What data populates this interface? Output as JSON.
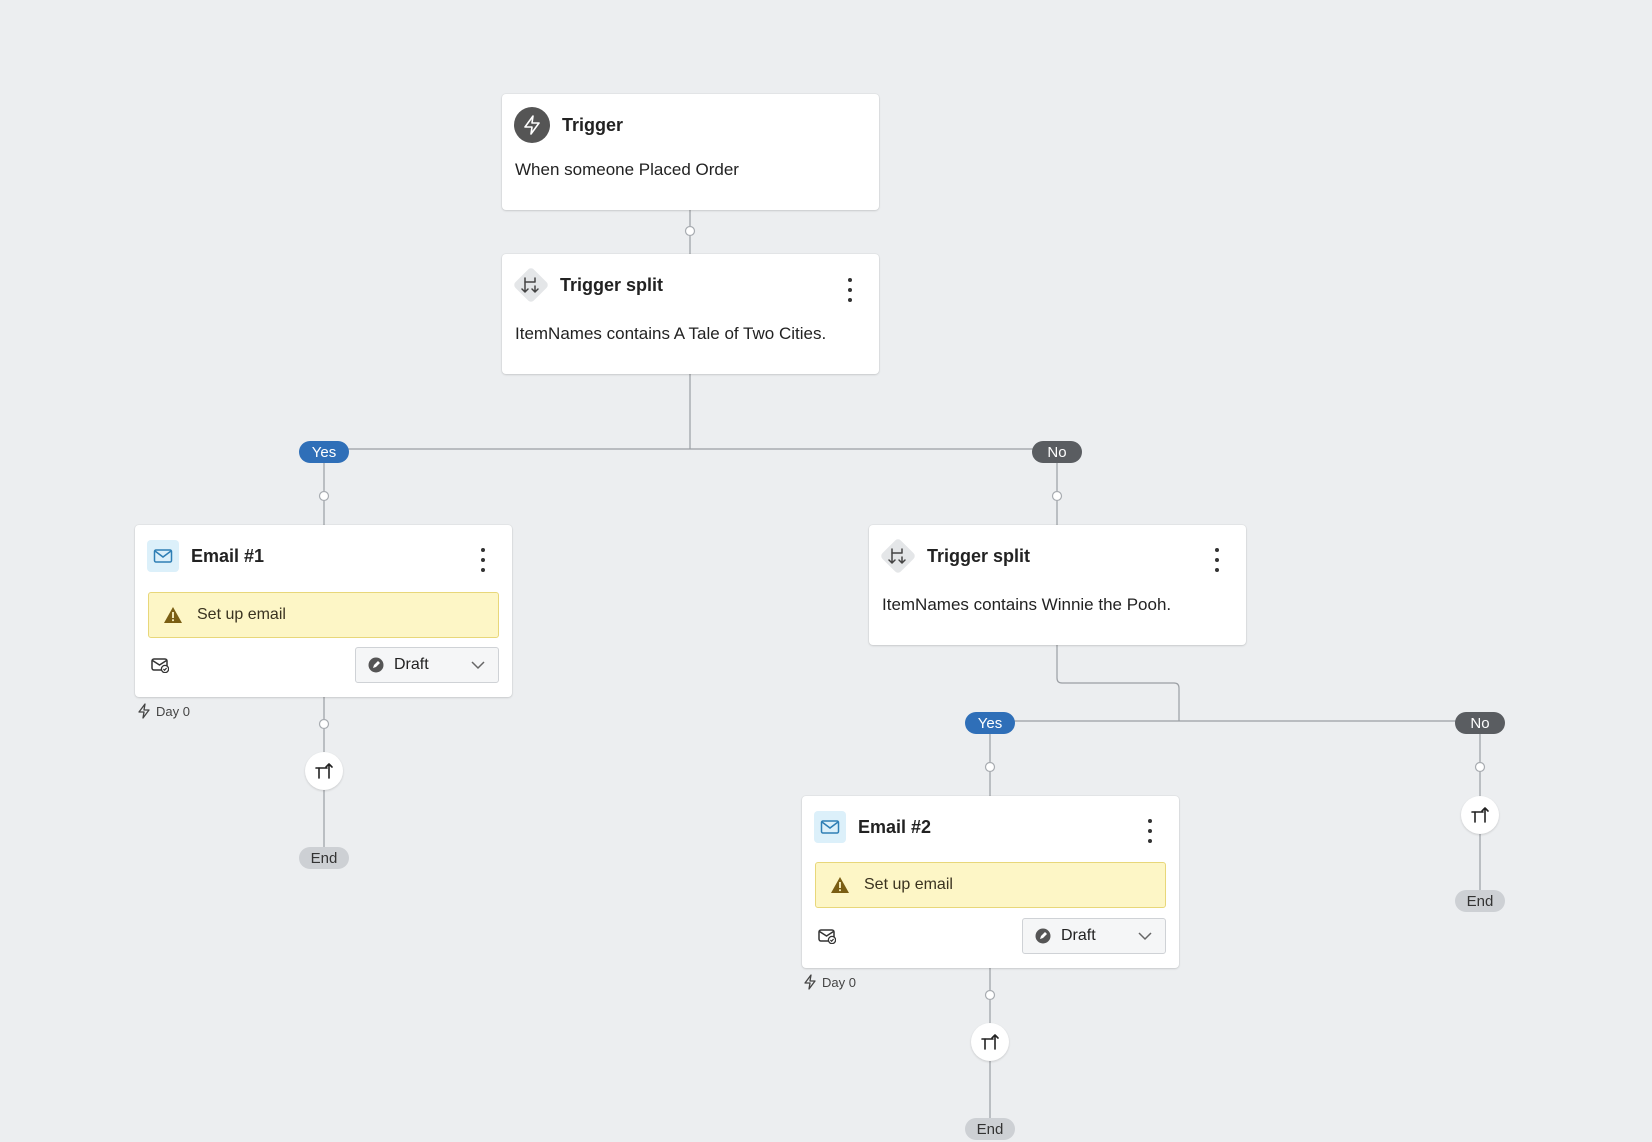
{
  "trigger": {
    "title": "Trigger",
    "description": "When someone Placed Order",
    "icon": "lightning-icon"
  },
  "split1": {
    "title": "Trigger split",
    "condition": "ItemNames contains A Tale of Two Cities.",
    "yes_label": "Yes",
    "no_label": "No"
  },
  "email1": {
    "title": "Email #1",
    "warning": "Set up email",
    "status": "Draft",
    "delay": "Day 0",
    "end_label": "End"
  },
  "split2": {
    "title": "Trigger split",
    "condition": "ItemNames contains Winnie the Pooh.",
    "yes_label": "Yes",
    "no_label": "No",
    "no_end_label": "End"
  },
  "email2": {
    "title": "Email #2",
    "warning": "Set up email",
    "status": "Draft",
    "delay": "Day 0",
    "end_label": "End"
  },
  "colors": {
    "canvas": "#eceef0",
    "yes_pill": "#2f6fb8",
    "no_pill": "#5a5d61",
    "warning_bg": "#fdf6c6",
    "email_icon_bg": "#dcf0fa"
  }
}
